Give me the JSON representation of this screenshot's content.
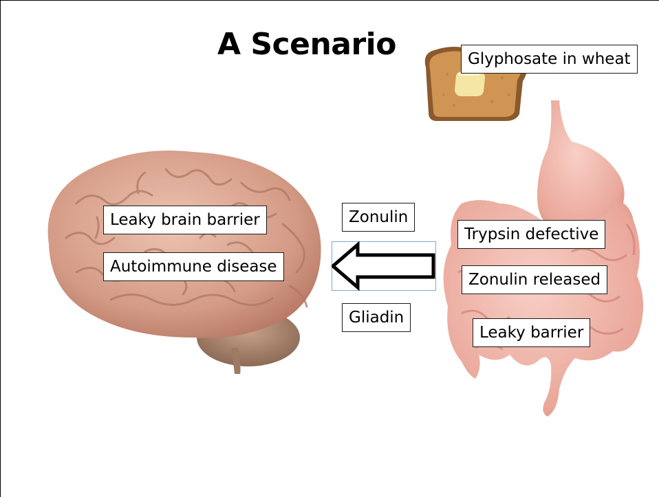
{
  "title": "A Scenario",
  "labels": {
    "glyphosate": "Glyphosate in wheat",
    "leaky_brain": "Leaky brain barrier",
    "autoimmune": "Autoimmune disease",
    "zonulin": "Zonulin",
    "gliadin": "Gliadin",
    "trypsin": "Trypsin defective",
    "zonulin_released": "Zonulin released",
    "leaky_barrier": "Leaky barrier"
  },
  "arrow": {
    "direction": "left",
    "from": "gut",
    "to": "brain"
  },
  "images": [
    "toast-with-butter",
    "human-brain",
    "digestive-tract"
  ],
  "colors": {
    "brain": "#d9a48f",
    "gut": "#f0b2a7",
    "toast": "#c98a4c",
    "outline": "#000000"
  }
}
